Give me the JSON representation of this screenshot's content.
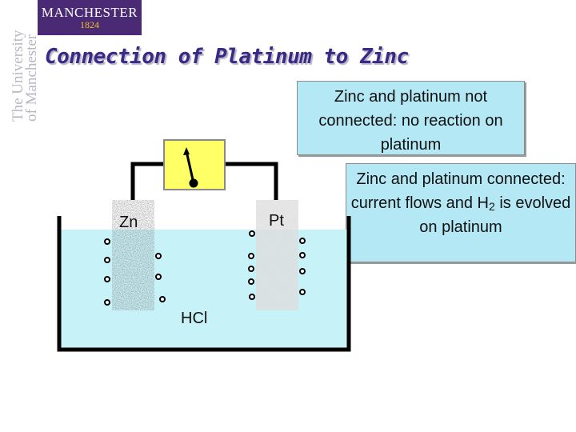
{
  "logo": {
    "name": "MANCHESTER",
    "year": "1824",
    "side_line1": "The University",
    "side_line2": "of Manchester"
  },
  "title": "Connection of Platinum to Zinc",
  "callout_not_connected": "Zinc and platinum not connected: no reaction on platinum",
  "callout_connected": {
    "text_before": "Zinc and platinum connected: current flows and H",
    "subscript": "2",
    "text_after": " is evolved on platinum"
  },
  "labels": {
    "zinc": "Zn",
    "platinum": "Pt",
    "electrolyte": "HCl"
  },
  "colors": {
    "logo_bg": "#4a2a74",
    "logo_year": "#f0c419",
    "title": "#3a2a86",
    "callout_bg": "#b4e8f4",
    "solution": "#c6f2f8",
    "meter": "#ffff66",
    "zinc_electrode": "#8a8a8a",
    "platinum_electrode": "#dedede"
  },
  "icons": [
    "galvanometer-needle-icon",
    "hydrogen-bubble-icon"
  ]
}
